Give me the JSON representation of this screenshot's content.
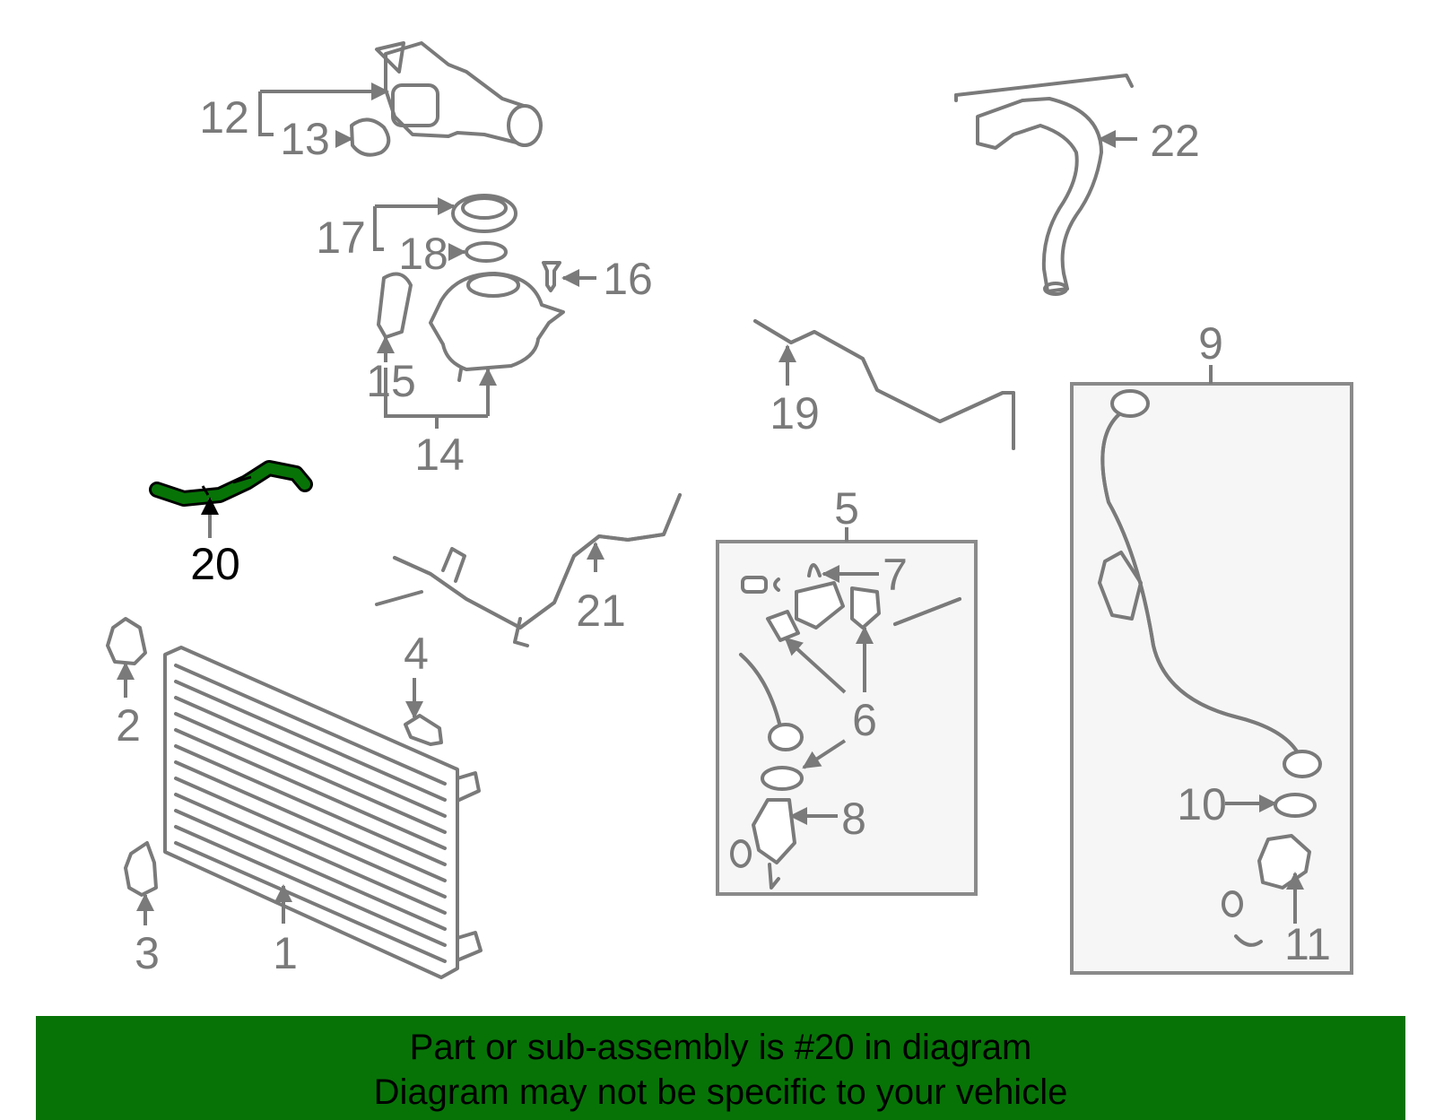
{
  "diagram": {
    "highlight_color": "#077307",
    "labels": [
      {
        "id": "1",
        "text": "1",
        "highlighted": false
      },
      {
        "id": "2",
        "text": "2",
        "highlighted": false
      },
      {
        "id": "3",
        "text": "3",
        "highlighted": false
      },
      {
        "id": "4",
        "text": "4",
        "highlighted": false
      },
      {
        "id": "5",
        "text": "5",
        "highlighted": false
      },
      {
        "id": "6",
        "text": "6",
        "highlighted": false
      },
      {
        "id": "7",
        "text": "7",
        "highlighted": false
      },
      {
        "id": "8",
        "text": "8",
        "highlighted": false
      },
      {
        "id": "9",
        "text": "9",
        "highlighted": false
      },
      {
        "id": "10",
        "text": "10",
        "highlighted": false
      },
      {
        "id": "11",
        "text": "11",
        "highlighted": false
      },
      {
        "id": "12",
        "text": "12",
        "highlighted": false
      },
      {
        "id": "13",
        "text": "13",
        "highlighted": false
      },
      {
        "id": "14",
        "text": "14",
        "highlighted": false
      },
      {
        "id": "15",
        "text": "15",
        "highlighted": false
      },
      {
        "id": "16",
        "text": "16",
        "highlighted": false
      },
      {
        "id": "17",
        "text": "17",
        "highlighted": false
      },
      {
        "id": "18",
        "text": "18",
        "highlighted": false
      },
      {
        "id": "19",
        "text": "19",
        "highlighted": false
      },
      {
        "id": "20",
        "text": "20",
        "highlighted": true
      },
      {
        "id": "21",
        "text": "21",
        "highlighted": false
      },
      {
        "id": "22",
        "text": "22",
        "highlighted": false
      }
    ]
  },
  "banner": {
    "line1": "Part or sub-assembly is #20 in diagram",
    "line2": "Diagram may not be specific to your vehicle",
    "background": "#077307"
  }
}
